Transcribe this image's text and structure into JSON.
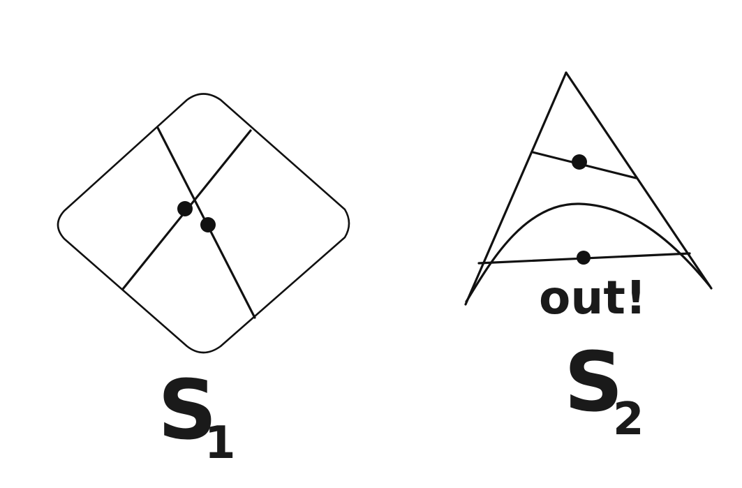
{
  "diagram": {
    "shapes": [
      {
        "id": "s1",
        "label_main": "S",
        "label_sub": "1",
        "form": "rounded-diamond",
        "chords": 2,
        "points": 2
      },
      {
        "id": "s2",
        "label_main": "S",
        "label_sub": "2",
        "form": "triangle-with-curve",
        "chords": 2,
        "points": 2,
        "annotation": "out!"
      }
    ]
  },
  "colors": {
    "ink": "#111111",
    "background": "#ffffff"
  }
}
